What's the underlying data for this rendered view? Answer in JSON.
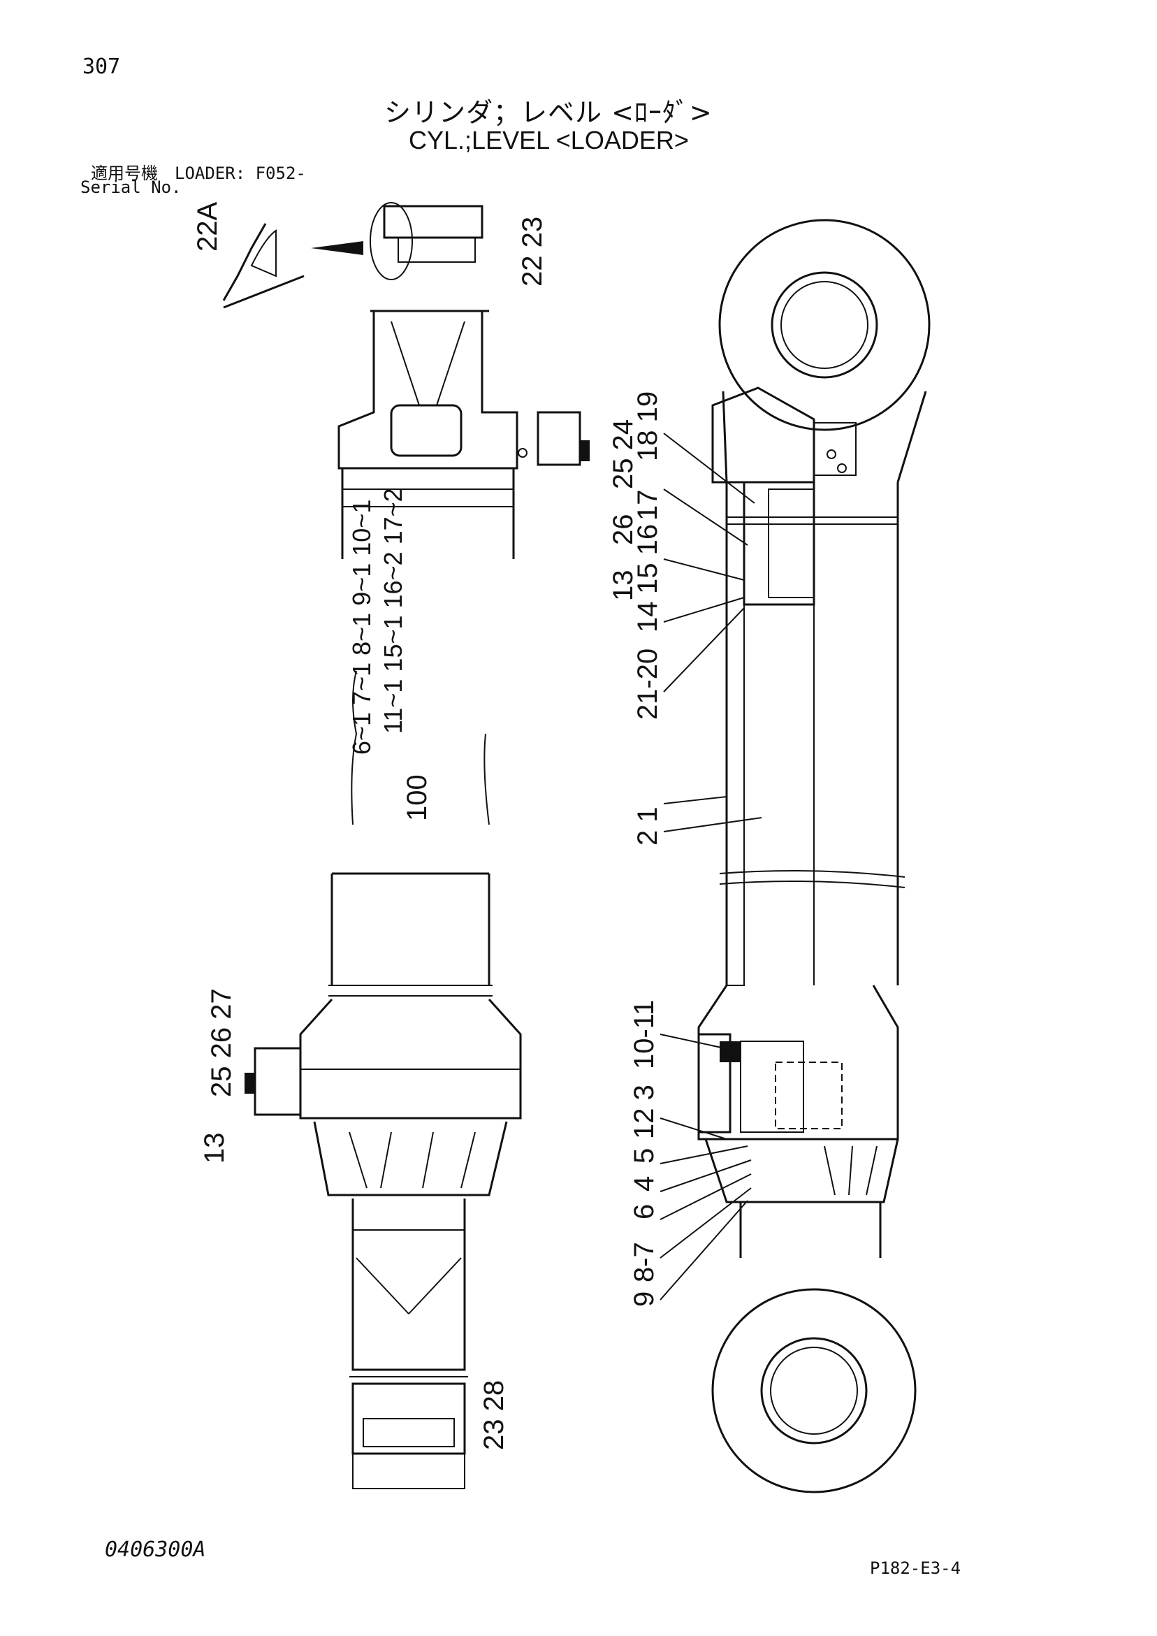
{
  "header": {
    "page_number": "307",
    "title_ja": "シリンダ；レベル <ﾛｰﾀﾞ>",
    "title_en": "CYL.;LEVEL <LOADER>",
    "applicable_model": "適用号機　LOADER: F052-",
    "serial_label": "Serial No."
  },
  "footer": {
    "drawing_number": "0406300A",
    "page_code": "P182-E3-4"
  },
  "callouts": {
    "c22A": "22A",
    "c2223": "22 23",
    "c2524": "25 24",
    "c26": "26",
    "c13top": "13",
    "c1819": "18 19",
    "c17": "17",
    "c1516": "15 16",
    "c14": "14",
    "c2120": "21-20",
    "c21": "2 1",
    "c1011": "10-11",
    "c123": "12 3",
    "c5": "5",
    "c4": "4",
    "c6": "6",
    "c87": "8-7",
    "c9": "9",
    "c2527": "25 26 27",
    "c13bot": "13",
    "c2328": "23 28",
    "c100": "100",
    "kit_col1": "6~1 7~1 8~1 9~1 10~1",
    "kit_col2": "11~1 15~1 16~2 17~2"
  }
}
